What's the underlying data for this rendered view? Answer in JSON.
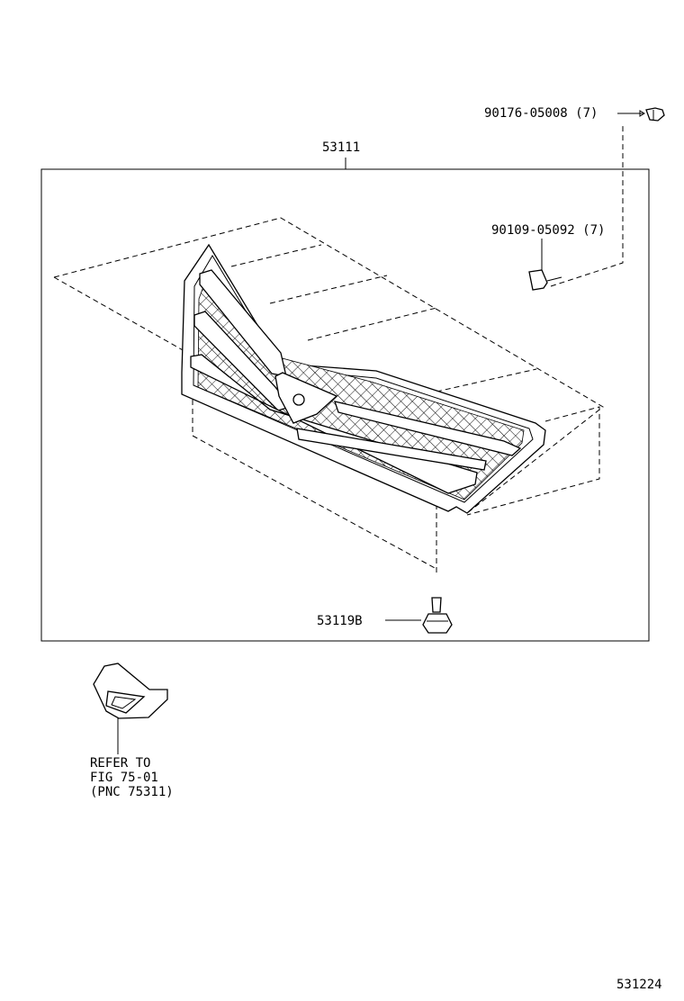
{
  "diagram": {
    "parts": {
      "grille_assembly": "53111",
      "screw": "90176-05008 (7)",
      "clip": "90109-05092 (7)",
      "retainer": "53119B"
    },
    "reference_note": {
      "line1": "REFER TO",
      "line2": "FIG 75-01",
      "line3": "(PNC 75311)"
    },
    "figure_code": "531224"
  }
}
